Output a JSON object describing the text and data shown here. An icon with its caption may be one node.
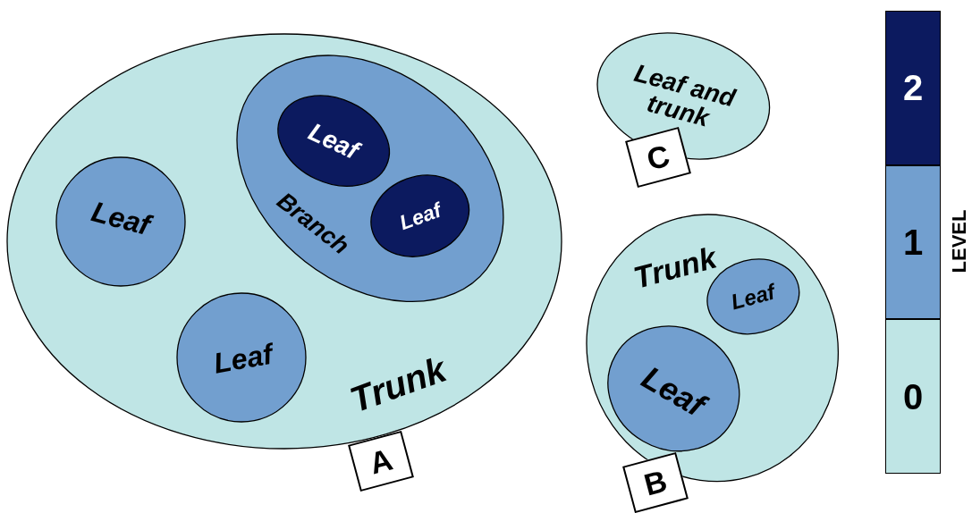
{
  "diagram": {
    "nodes": [
      {
        "text": [
          "Trunk"
        ],
        "beside": [
          "A"
        ]
      },
      {
        "text": [
          "Leaf"
        ],
        "in": 0
      },
      {
        "text": [
          "Leaf"
        ],
        "in": 0
      },
      {
        "text": [
          "Branch"
        ],
        "in": 0
      },
      {
        "text": [
          "Leaf"
        ],
        "in": 3
      },
      {
        "text": [
          "Leaf"
        ],
        "in": 3
      },
      {
        "text": [
          "Leaf and trunk"
        ],
        "beside": [
          "C"
        ]
      },
      {
        "text": [
          "Trunk"
        ],
        "beside": [
          "B"
        ]
      },
      {
        "text": [
          "Leaf"
        ],
        "in": 7
      },
      {
        "text": [
          "Leaf"
        ],
        "in": 7
      }
    ],
    "edges": [],
    "labels": [
      "LEVEL"
    ],
    "legend": [
      {
        "text": "2",
        "color": "#0c1a5f"
      },
      {
        "text": "1",
        "color": "#729fcf"
      },
      {
        "text": "0",
        "color": "#bfe5e5"
      }
    ]
  }
}
